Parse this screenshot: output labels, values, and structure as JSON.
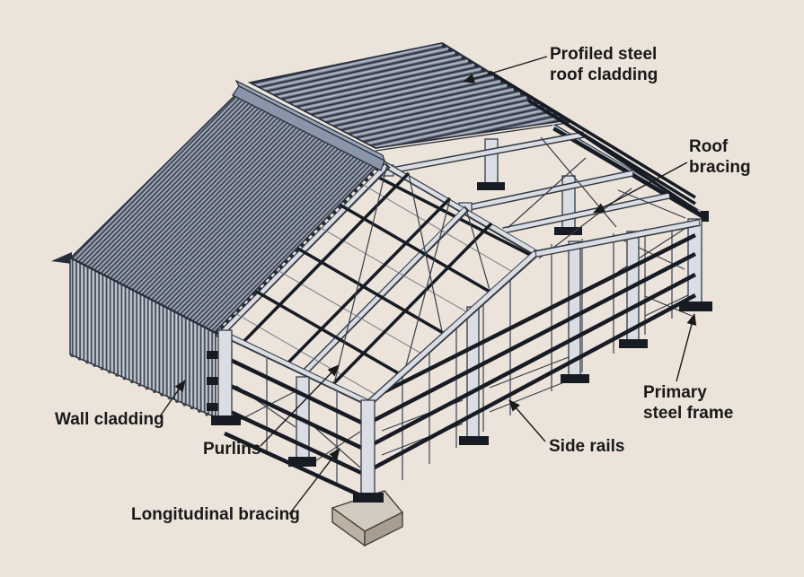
{
  "diagram": {
    "labels": {
      "roof_cladding": {
        "line1": "Profiled steel",
        "line2": "roof cladding"
      },
      "roof_bracing": {
        "line1": "Roof",
        "line2": "bracing"
      },
      "wall_cladding": {
        "text": "Wall cladding"
      },
      "purlins": {
        "text": "Purlins"
      },
      "side_rails": {
        "text": "Side rails"
      },
      "primary_steel_frame": {
        "line1": "Primary",
        "line2": "steel frame"
      },
      "longitudinal_bracing": {
        "text": "Longitudinal bracing"
      }
    },
    "colors": {
      "background": "#ece3da",
      "cladding_base": "#7b8495",
      "cladding_dark": "#2e3542",
      "cladding_light": "#b4bcc8",
      "ridge_cap": "#8a95aa",
      "wall_cladding_base": "#a0a8b5",
      "frame_light": "#dadee4",
      "frame_outline": "#343a45",
      "dark_member": "#161b24",
      "concrete_top": "#d3cbbf",
      "concrete_side": "#bcb2a4",
      "text": "#191919"
    }
  }
}
